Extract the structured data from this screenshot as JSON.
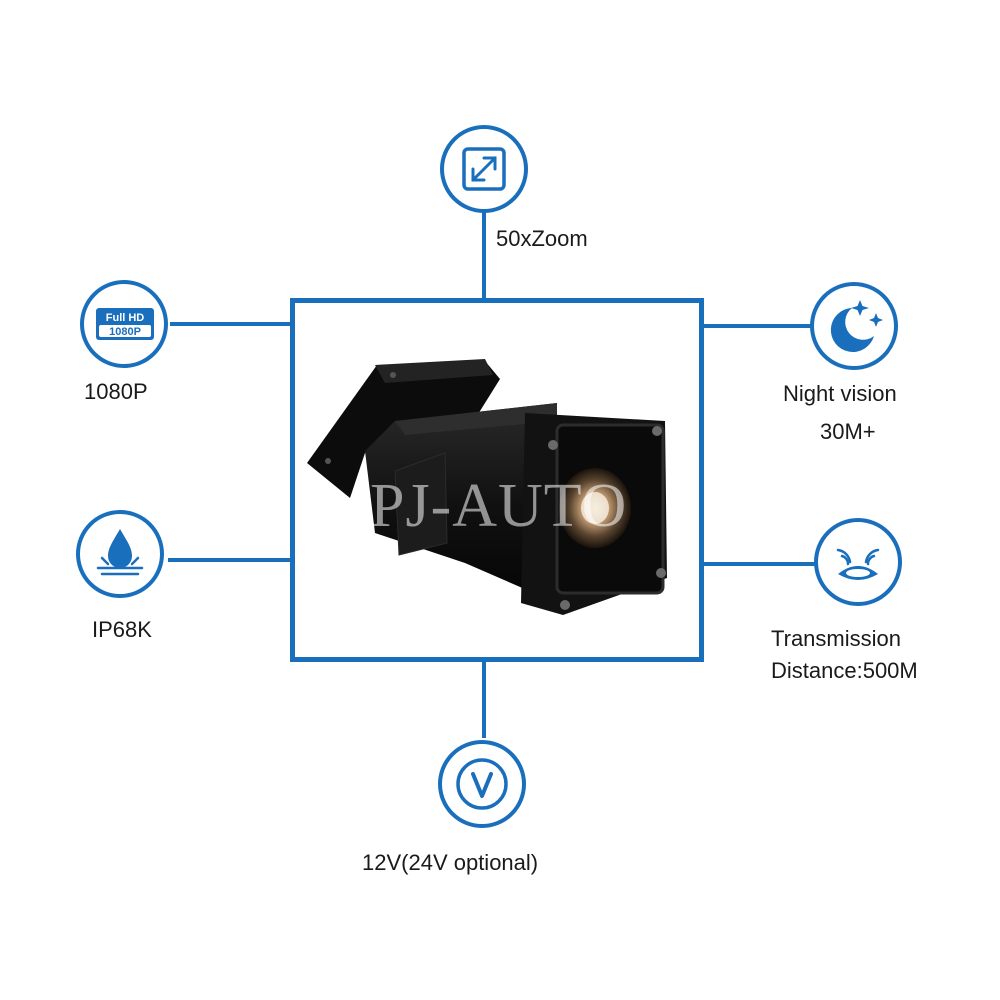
{
  "watermark": "PJ-AUTO",
  "accent_color": "#1a6fbd",
  "features": {
    "zoom": {
      "label": "50xZoom",
      "icon": "expand-arrows-icon"
    },
    "resolution": {
      "label": "1080P",
      "icon": "full-hd-1080p-icon",
      "icon_text_top": "Full HD",
      "icon_text_bottom": "1080P"
    },
    "night_vision": {
      "label_line1": "Night vision",
      "label_line2": "30M+",
      "icon": "moon-stars-icon"
    },
    "waterproof": {
      "label": "IP68K",
      "icon": "water-drop-icon"
    },
    "transmission": {
      "label_line1": "Transmission",
      "label_line2": "Distance:500M",
      "icon": "wireless-signal-icon"
    },
    "voltage": {
      "label": "12V(24V optional)",
      "icon": "voltage-v-icon"
    }
  }
}
